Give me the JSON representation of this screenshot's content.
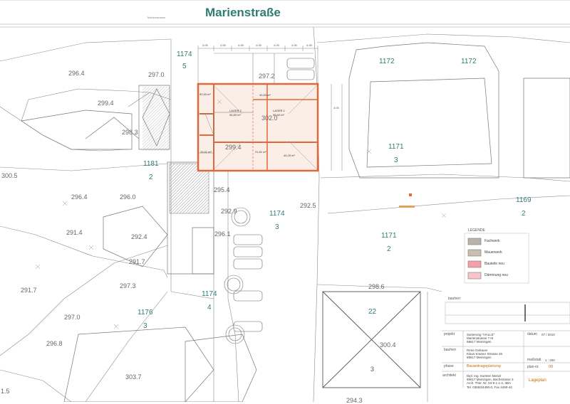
{
  "street": {
    "name": "Marienstraße",
    "small_label": "Marienstrasse"
  },
  "parcels": [
    {
      "id": "p1174-5",
      "num": "1174",
      "sub": "5"
    },
    {
      "id": "p1172a",
      "num": "1172",
      "sub": ""
    },
    {
      "id": "p1172b",
      "num": "1172",
      "sub": ""
    },
    {
      "id": "p1171-3",
      "num": "1171",
      "sub": "3"
    },
    {
      "id": "p1181-2",
      "num": "1181",
      "sub": "2"
    },
    {
      "id": "p1174-3",
      "num": "1174",
      "sub": "3"
    },
    {
      "id": "p1169-2",
      "num": "1169",
      "sub": "2"
    },
    {
      "id": "p1171-2",
      "num": "1171",
      "sub": "2"
    },
    {
      "id": "p1174-4",
      "num": "1174",
      "sub": "4"
    },
    {
      "id": "p1176-3",
      "num": "1176",
      "sub": "3"
    },
    {
      "id": "p22-3",
      "num": "22",
      "sub": "3"
    }
  ],
  "elevations": [
    "296.4",
    "297.0",
    "297.2",
    "299.4",
    "298.3",
    "300.5",
    "299.4",
    "302.0",
    "296.4",
    "296.0",
    "295.4",
    "292.9",
    "296.1",
    "292.5",
    "291.4",
    "292.4",
    "291.7",
    "297.3",
    "291.7",
    "297.0",
    "298.6",
    "300.4",
    "296.8",
    "303.7",
    "1.5",
    "294.3"
  ],
  "rooms": {
    "lager2": "LAGER 2",
    "lager1": "LAGER 1",
    "area_a": "94,83 m²",
    "area_b": "95,60 m²",
    "area_c": "30,83 m²",
    "area_d": "19,41 m²",
    "area_e": "21,51 m²",
    "area_f": "44,25 m²",
    "area_g": "92,53 m²"
  },
  "dimensions": [
    "4.05",
    "4.05",
    "4.05",
    "4.05",
    "4.05",
    "4.05",
    "4.05",
    "4.05"
  ],
  "legend": {
    "title": "LEGENDE",
    "items": [
      {
        "label": "Fachwerk",
        "color": "#b9b3ab"
      },
      {
        "label": "Mauerwerk",
        "color": "#c9bfae"
      },
      {
        "label": "Bauteile neu",
        "color": "#f3a0a8"
      },
      {
        "label": "Dämmung neu",
        "color": "#f9c5cb"
      }
    ]
  },
  "titleblock": {
    "bauherr": "bauherr",
    "projekt_label": "projekt",
    "projekt_value": "Sanierung \"HALLE\"\nMarienstrasse 7+8\n98617 Meiningen",
    "datum_label": "datum",
    "datum_value": "07 / 2010",
    "bauherr_label": "bauherr",
    "bauherr_value": "Rene Gebauer\nKlaus Kramer Strasse 26\n98617 Meiningen",
    "massstab_label": "maßstab",
    "massstab_value": "1 : 200",
    "phase_label": "phase",
    "phase_value": "Bauantragsplanung",
    "plan_nr_label": "plan-nr.",
    "plan_nr_value": "00",
    "architekt_label": "architekt",
    "architekt_value": "Dipl. Ing. Karsten Menel\n98617 Meiningen, Bachstrasse 3\nArch. Thür. Nr. 04-9 1-1-4, 3BA\nTel. 03693/4490-0, Fax 4490-44",
    "plan_title": "Lageplan"
  },
  "accent_colors": {
    "parcel_text": "#2e7d74",
    "wall_new": "#e0683a",
    "legend_orange": "#c96a00"
  }
}
